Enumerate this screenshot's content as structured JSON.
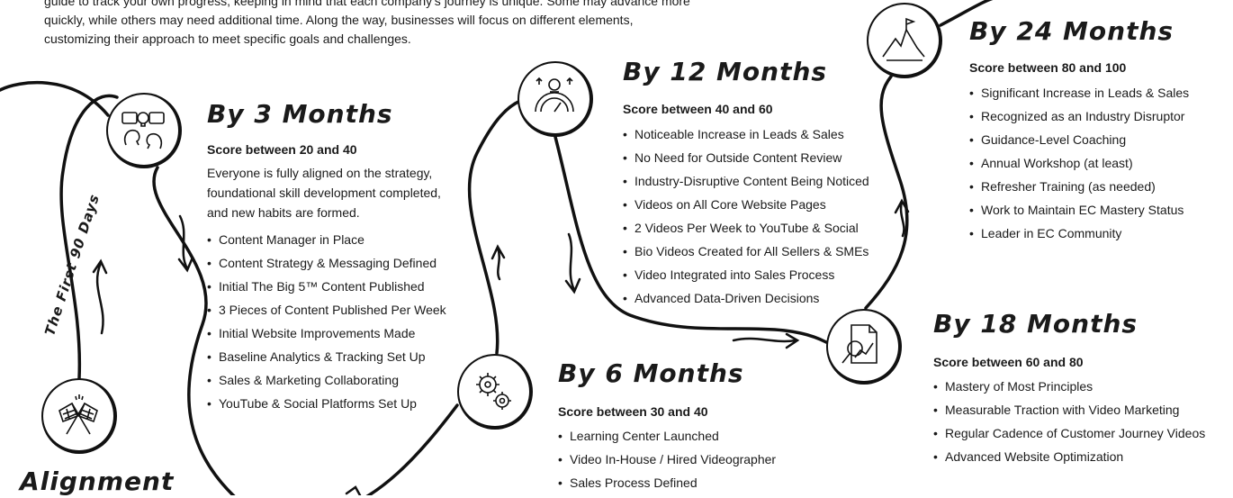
{
  "intro": [
    "guide to track your own progress, keeping in mind that each company's journey is unique. Some may advance more",
    "quickly, while others may need additional time. Along the way, businesses will focus on different elements,",
    "customizing their approach to meet specific goals and challenges."
  ],
  "alignment": {
    "title": "Alignment",
    "side_label": "The First 90 Days",
    "icon": "crossed-flags-icon"
  },
  "stages": {
    "m3": {
      "title": "By 3 Months",
      "score": "Score between 20 and 40",
      "icon": "ideas-heads-icon",
      "desc": [
        "Everyone is fully aligned on the strategy,",
        "foundational skill development completed,",
        "and new habits are formed."
      ],
      "items": [
        "Content Manager in Place",
        "Content Strategy & Messaging Defined",
        "Initial The Big 5™ Content Published",
        "3 Pieces of Content Published Per Week",
        "Initial Website Improvements Made",
        "Baseline Analytics & Tracking Set Up",
        "Sales & Marketing Collaborating",
        "YouTube & Social Platforms Set Up"
      ]
    },
    "m6": {
      "title": "By 6 Months",
      "score": "Score between 30 and 40",
      "icon": "gears-icon",
      "items": [
        "Learning Center Launched",
        "Video In-House / Hired Videographer",
        "Sales Process Defined"
      ]
    },
    "m12": {
      "title": "By 12 Months",
      "score": "Score between 40 and 60",
      "icon": "performance-gauge-icon",
      "items": [
        "Noticeable Increase in Leads & Sales",
        "No Need for Outside Content Review",
        "Industry-Disruptive Content Being Noticed",
        "Videos on All Core Website Pages",
        "2 Videos Per Week to YouTube & Social",
        "Bio Videos Created for All Sellers & SMEs",
        "Video Integrated into Sales Process",
        "Advanced Data-Driven Decisions"
      ]
    },
    "m18": {
      "title": "By 18 Months",
      "score": "Score between 60 and 80",
      "icon": "report-analysis-icon",
      "items": [
        "Mastery of Most Principles",
        "Measurable Traction with Video Marketing",
        "Regular Cadence of Customer Journey Videos",
        "Advanced Website Optimization"
      ]
    },
    "m24": {
      "title": "By 24 Months",
      "score": "Score between 80 and 100",
      "icon": "mountain-summit-icon",
      "items": [
        "Significant Increase in Leads & Sales",
        "Recognized as an Industry Disruptor",
        "Guidance-Level Coaching",
        "Annual Workshop (at least)",
        "Refresher Training (as needed)",
        "Work to Maintain EC Mastery Status",
        "Leader in EC Community"
      ]
    }
  }
}
